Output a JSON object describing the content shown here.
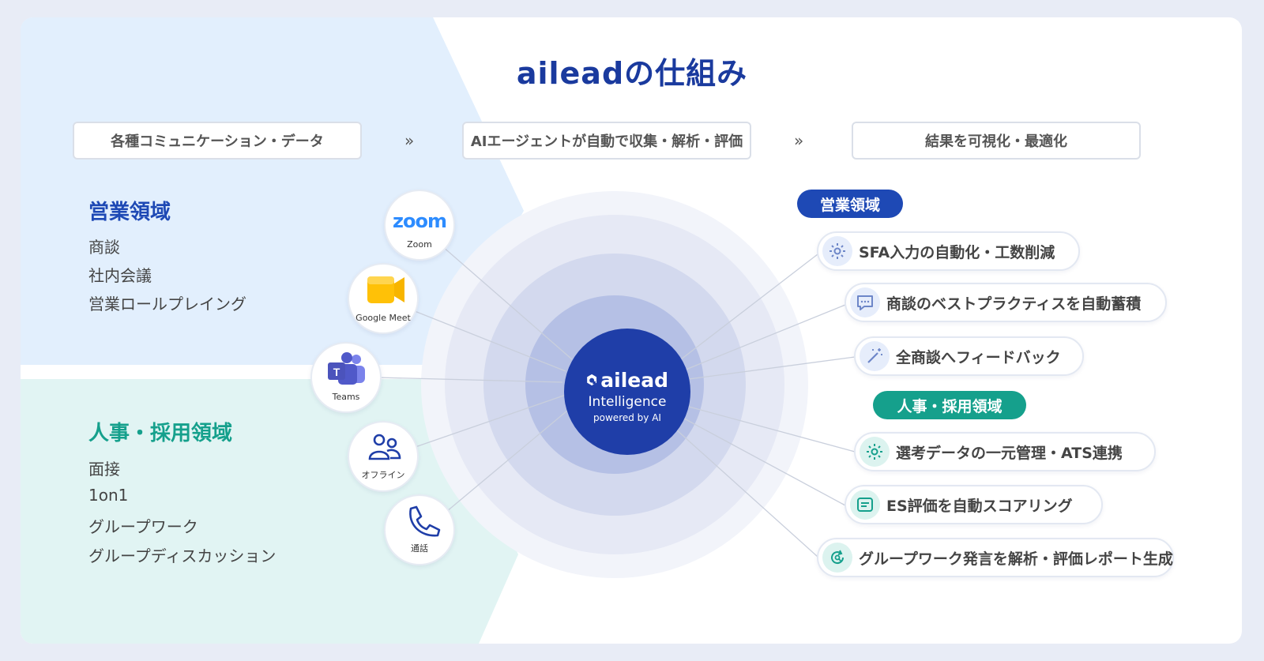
{
  "title": "aileadの仕組み",
  "steps": [
    "各種コミュニケーション・データ",
    "AIエージェントが自動で収集・解析・評価",
    "結果を可視化・最適化"
  ],
  "chevron": "»",
  "left": {
    "sales": {
      "title": "営業領域",
      "items": [
        "商談",
        "社内会議",
        "営業ロールプレイング"
      ]
    },
    "hr": {
      "title": "人事・採用領域",
      "items": [
        "面接",
        "1on1",
        "グループワーク",
        "グループディスカッション"
      ]
    }
  },
  "tools": {
    "zoom": {
      "logo": "zoom",
      "label": "Zoom"
    },
    "meet": {
      "label": "Google Meet"
    },
    "teams": {
      "label": "Teams"
    },
    "offline": {
      "label": "オフライン"
    },
    "call": {
      "label": "通話"
    }
  },
  "core": {
    "brand": "ailead",
    "line1": "Intelligence",
    "line2": "powered by AI"
  },
  "right": {
    "sales_tag": "営業領域",
    "hr_tag": "人事・採用領域",
    "sales_results": [
      {
        "text": "SFA入力の自動化・工数削減",
        "icon": "gear-icon"
      },
      {
        "text": "商談のベストプラクティスを自動蓄積",
        "icon": "chat-icon"
      },
      {
        "text": "全商談へフィードバック",
        "icon": "magic-wand-icon"
      }
    ],
    "hr_results": [
      {
        "text": "選考データの一元管理・ATS連携",
        "icon": "gear-icon"
      },
      {
        "text": "ES評価を自動スコアリング",
        "icon": "document-icon"
      },
      {
        "text": "グループワーク発言を解析・評価レポート生成",
        "icon": "refresh-search-icon"
      }
    ]
  },
  "colors": {
    "brand_blue": "#1a3a9e",
    "sales_blue": "#1e49b5",
    "hr_teal": "#15a08c",
    "core_blue": "#1f3ea8"
  }
}
